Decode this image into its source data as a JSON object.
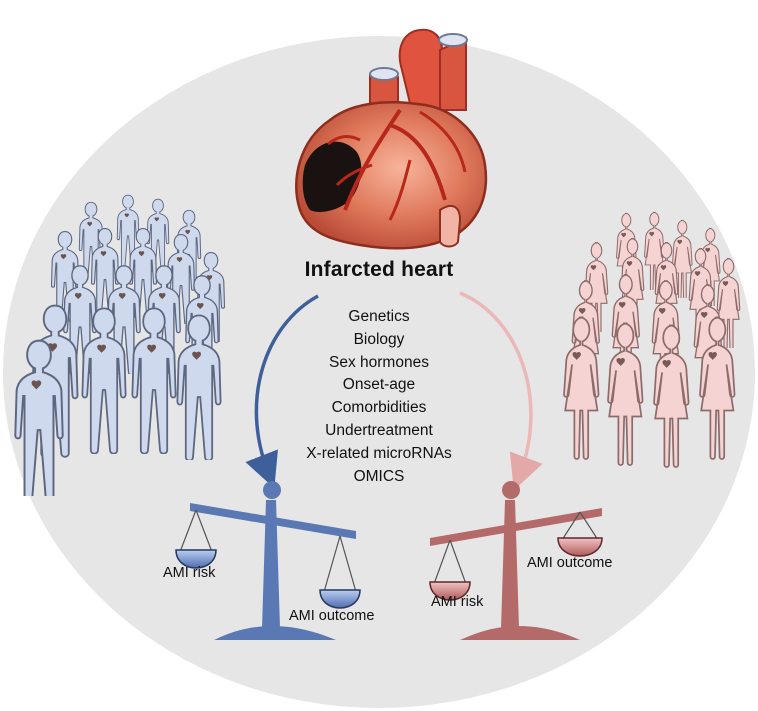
{
  "title": "Infarcted heart",
  "factors": [
    "Genetics",
    "Biology",
    "Sex hormones",
    "Onset-age",
    "Comorbidities",
    "Undertreatment",
    "X-related microRNAs",
    "OMICS"
  ],
  "male_scale": {
    "left_label": "AMI risk",
    "right_label": "AMI outcome"
  },
  "female_scale": {
    "left_label": "AMI risk",
    "right_label": "AMI outcome"
  },
  "colors": {
    "background_circle": "#e7e7e7",
    "male": "#5a78b4",
    "male_figure": "#cdd7ec",
    "female": "#b56a6a",
    "female_figure": "#f5cfd0",
    "heart": "#d9604a"
  }
}
